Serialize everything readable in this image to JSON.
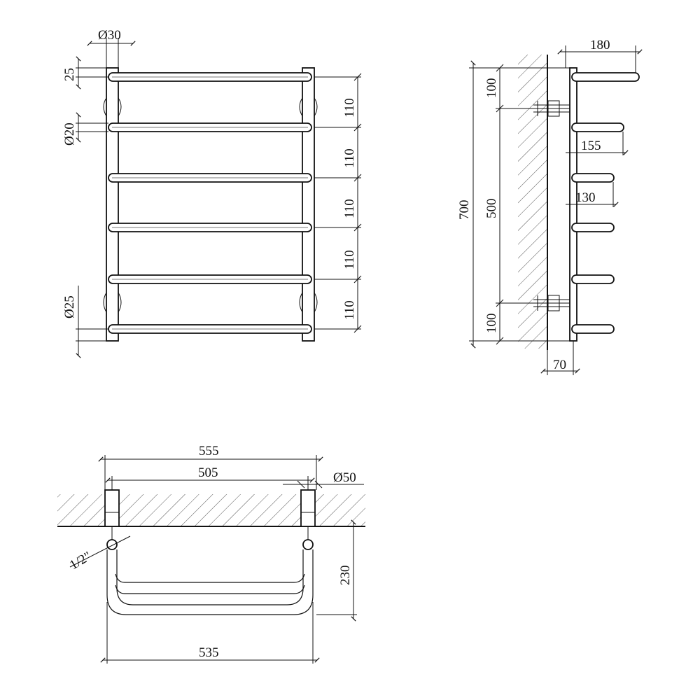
{
  "front_view": {
    "dim_pipe_top": "Ø30",
    "dim_top_offset": "25",
    "dim_bar": "Ø20",
    "dim_pipe_bottom": "Ø25",
    "dim_spacings": [
      "110",
      "110",
      "110",
      "110",
      "110"
    ]
  },
  "side_view": {
    "dim_depth_top": "180",
    "dim_depth_mid": "155",
    "dim_depth_low": "130",
    "dim_total_height": "700",
    "dim_mount_center": "500",
    "dim_top_margin": "100",
    "dim_bottom_margin": "100",
    "dim_wall_gap": "70"
  },
  "top_view": {
    "dim_outer_width": "555",
    "dim_center_width": "505",
    "dim_flange": "Ø50",
    "dim_thread": "1/2\"",
    "dim_projection": "230",
    "dim_inner_width": "535"
  }
}
